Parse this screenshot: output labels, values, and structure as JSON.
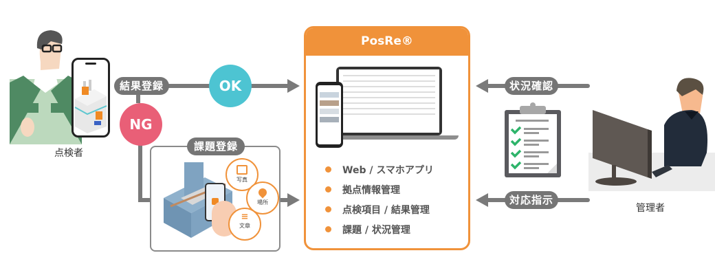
{
  "inspector": {
    "label": "点検者"
  },
  "manager": {
    "label": "管理者"
  },
  "flow": {
    "result_register": "結果登録",
    "ok": "OK",
    "ng": "NG",
    "issue_register": "課題登録",
    "status_check": "状況確認",
    "instruction": "対応指示"
  },
  "issue_items": [
    {
      "label": "写真",
      "icon": "image-icon"
    },
    {
      "label": "場所",
      "icon": "map-pin-icon"
    },
    {
      "label": "文章",
      "icon": "text-edit-icon"
    }
  ],
  "posre": {
    "title": "PosRe®",
    "features": [
      "Web / スマホアプリ",
      "拠点情報管理",
      "点検項目 / 結果管理",
      "課題 / 状況管理"
    ]
  },
  "colors": {
    "accent": "#f0923a",
    "ok": "#4dc4d2",
    "ng": "#e95f77",
    "connector": "#757575",
    "check": "#2db46a"
  }
}
